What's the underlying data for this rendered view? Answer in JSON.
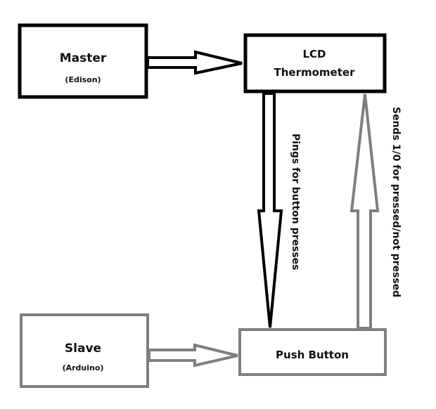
{
  "colors": {
    "black_stroke": "#000000",
    "gray_stroke": "#7f7f7f",
    "text": "#111111",
    "background": "#ffffff"
  },
  "nodes": {
    "master": {
      "title": "Master",
      "subtitle": "(Edison)",
      "border_color": "black"
    },
    "lcd": {
      "line1": "LCD",
      "line2": "Thermometer",
      "border_color": "black"
    },
    "slave": {
      "title": "Slave",
      "subtitle": "(Arduino)",
      "border_color": "gray"
    },
    "push_button": {
      "title": "Push Button",
      "border_color": "gray"
    }
  },
  "edges": [
    {
      "from": "Master",
      "to": "LCD Thermometer",
      "label": "",
      "color": "black"
    },
    {
      "from": "LCD Thermometer",
      "to": "Push Button",
      "label": "Pings for button presses",
      "color": "black"
    },
    {
      "from": "Push Button",
      "to": "LCD Thermometer",
      "label": "Sends 1/0 for pressed/not pressed",
      "color": "gray"
    },
    {
      "from": "Slave",
      "to": "Push Button",
      "label": "",
      "color": "gray"
    }
  ],
  "labels": {
    "pings": "Pings for button presses",
    "sends": "Sends 1/0 for pressed/not pressed"
  }
}
